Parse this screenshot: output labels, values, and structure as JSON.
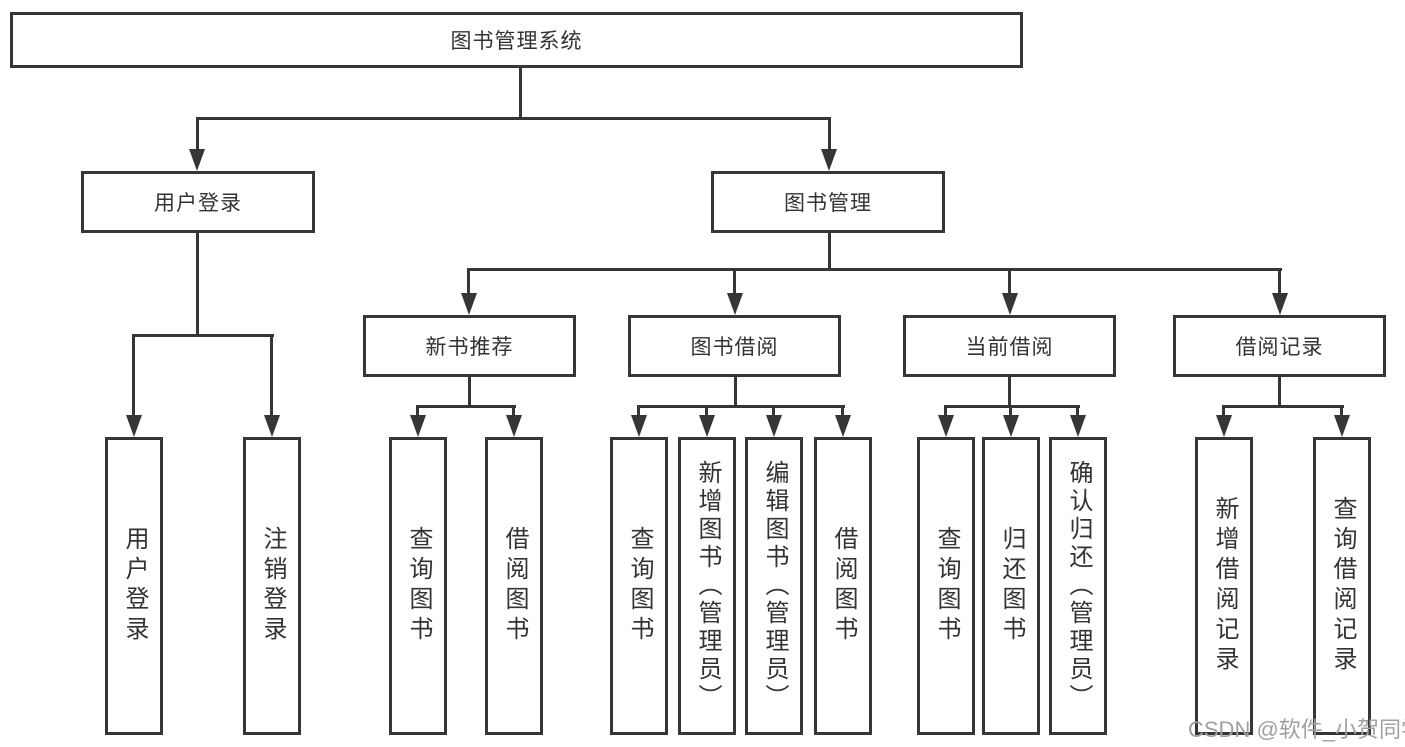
{
  "diagram": {
    "root": {
      "label": "图书管理系统"
    },
    "level2": [
      {
        "label": "用户登录"
      },
      {
        "label": "图书管理"
      }
    ],
    "level3": [
      {
        "label": "新书推荐"
      },
      {
        "label": "图书借阅"
      },
      {
        "label": "当前借阅"
      },
      {
        "label": "借阅记录"
      }
    ],
    "leaves": {
      "user_login": [
        {
          "label": "用户登录"
        },
        {
          "label": "注销登录"
        }
      ],
      "new_book": [
        {
          "label": "查询图书"
        },
        {
          "label": "借阅图书"
        }
      ],
      "book_borrow": [
        {
          "label": "查询图书"
        },
        {
          "label": "新增图书（管理员）"
        },
        {
          "label": "编辑图书（管理员）"
        },
        {
          "label": "借阅图书"
        }
      ],
      "current_borrow": [
        {
          "label": "查询图书"
        },
        {
          "label": "归还图书"
        },
        {
          "label": "确认归还（管理员）"
        }
      ],
      "borrow_record": [
        {
          "label": "新增借阅记录"
        },
        {
          "label": "查询借阅记录"
        }
      ]
    }
  },
  "watermark": {
    "text": "CSDN @软件_小贺同学"
  },
  "colors": {
    "line": "#363636",
    "text": "#333333",
    "watermark": "#a0a0a0",
    "background": "#ffffff"
  }
}
